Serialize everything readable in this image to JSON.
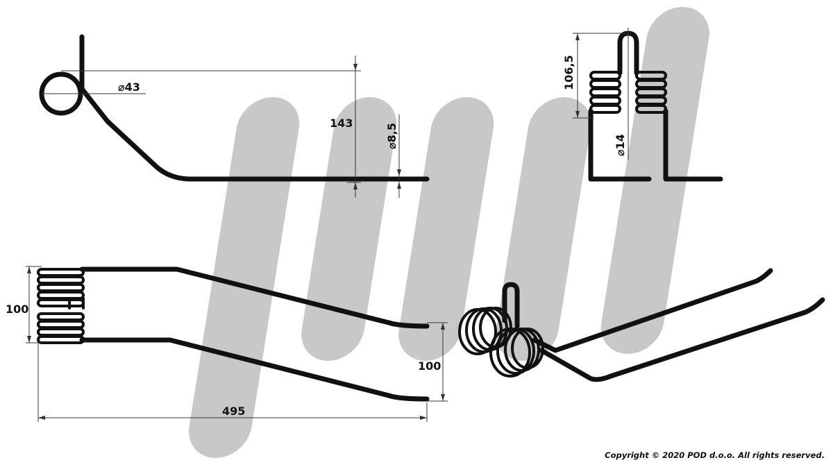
{
  "dimensions": {
    "ring_diameter": "43",
    "height_top": "143",
    "wire_diameter": "8,5",
    "coil_height": "106,5",
    "coil_diameter": "14",
    "tine_spacing_left": "100",
    "tine_spacing_right": "100",
    "total_length": "495"
  },
  "footer": {
    "copyright": "Copyright © 2020 POD d.o.o. All rights reserved."
  },
  "colors": {
    "watermark": "#c8c8c8",
    "line": "#111111"
  }
}
